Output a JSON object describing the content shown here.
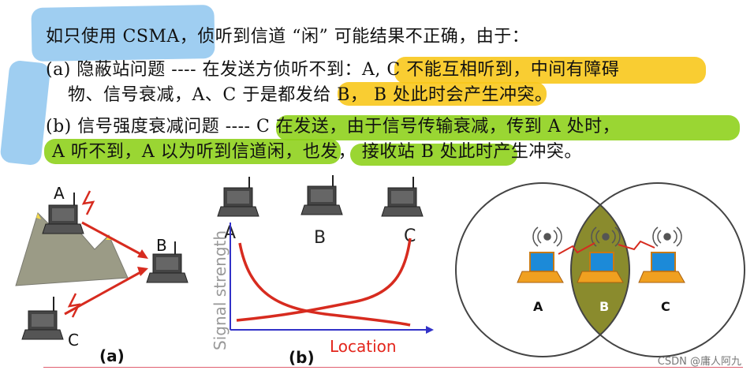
{
  "text": {
    "line1": "如只使用 CSMA，侦听到信道 “闲” 可能结果不正确，由于：",
    "line2": "(a) 隐蔽站问题 ---- 在发送方侦听不到：A, C 不能互相听到，中间有障碍",
    "line3": "物、信号衰减，A、C 于是都发给 B， B 处此时会产生冲突。",
    "line4": "(b) 信号强度衰减问题 ---- C 在发送，由于信号传输衰减，传到 A 处时，",
    "line5": "A 听不到，A 以为听到信道闲，也发， 接收站 B 处此时产生冲突。"
  },
  "fig_a": {
    "label_a": "A",
    "label_b": "B",
    "label_c": "C",
    "caption": "(a)"
  },
  "fig_b": {
    "label_a": "A",
    "label_b": "B",
    "label_c": "C",
    "ylabel": "Signal strength",
    "xlabel": "Location",
    "caption": "(b)"
  },
  "fig_c": {
    "label_a": "A",
    "label_b": "B",
    "label_c": "C"
  },
  "watermark": "CSDN @庸人阿九",
  "colors": {
    "blue_highlight": "#8ec5ee",
    "yellow_highlight": "#f8c81c",
    "green_highlight": "#8fd21d",
    "curve_red": "#d72b1f",
    "axis_blue": "#3232c8",
    "mountain": "#9b9b86",
    "overlap_fill": "#8a8b2d"
  }
}
